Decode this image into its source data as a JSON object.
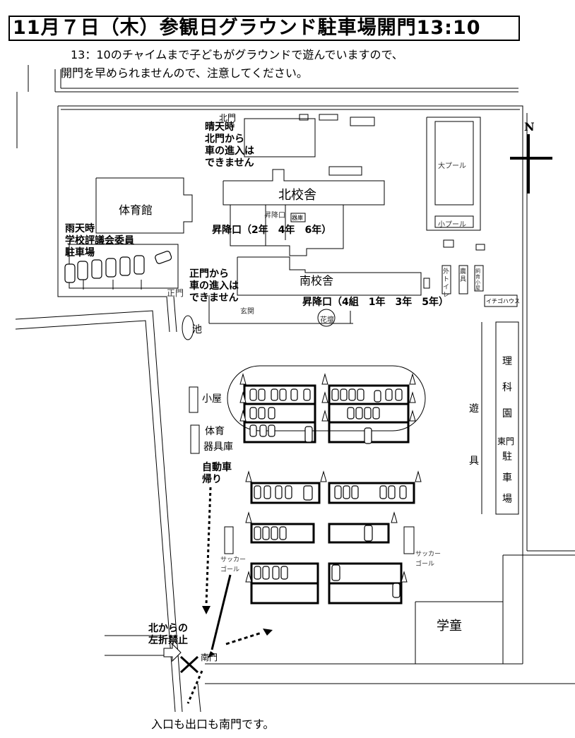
{
  "title": "11月７日（木）参観日グラウンド駐車場開門13:10",
  "notice": [
    "13：10のチャイムまで子どもがグラウンドで遊んでいますので、",
    "開門を早められませんので、注意してください。"
  ],
  "compass": "N",
  "places": {
    "north_gate": "北門",
    "north_gate_note": "晴天時\n北門から\n車の進入は\nできません",
    "gym": "体育館",
    "north_building": "北校舎",
    "south_building": "南校舎",
    "stair_small": "昇降口",
    "storage_small": "器庫",
    "stair_north": "昇降口（2年　4年　6年）",
    "stair_south": "昇降口（4組　1年　3年　5年）",
    "flower_bed": "花壇",
    "entrance": "玄関",
    "big_pool": "大プール",
    "small_pool": "小プール",
    "outdoor_toilet": "外トイレ",
    "farm_tool": "農具",
    "animal_hut": "飼育小屋",
    "ichigo_house": "イチゴハウス",
    "main_gate": "正門",
    "main_gate_note": "正門から\n車の進入は\nできません",
    "rain_parking": "雨天時\n学校評議会委員\n駐車場",
    "pond": "池",
    "hut": "小屋",
    "sports_storage_1": "体育",
    "sports_storage_2": "器具庫",
    "car_exit": "自動車\n帰り",
    "soccer_goal_left": "サッカー\nゴール",
    "soccer_goal_right": "サッカー\nゴール",
    "playground_equip_1": "遊",
    "playground_equip_2": "具",
    "science_garden": "理科園",
    "east_gate": "東門",
    "parking_east": "駐車場",
    "gakudo": "学童",
    "no_left_turn": "北からの\n左折禁止",
    "south_gate": "南門",
    "footer": "入口も出口も南門です。"
  }
}
